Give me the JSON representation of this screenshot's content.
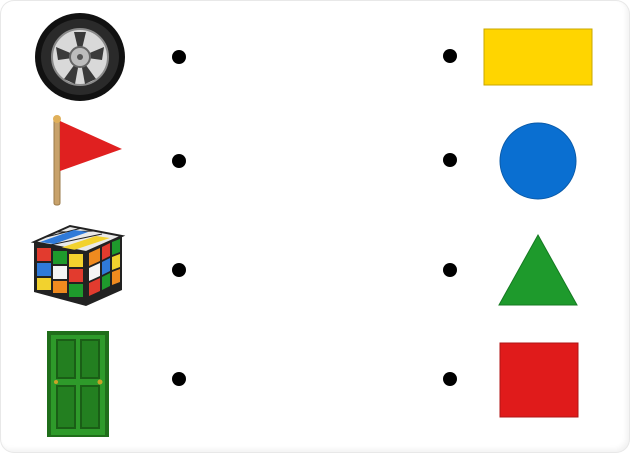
{
  "worksheet": {
    "left_pictures": [
      {
        "icon": "tire-icon"
      },
      {
        "icon": "flag-icon"
      },
      {
        "icon": "rubiks-cube-icon"
      },
      {
        "icon": "door-icon"
      }
    ],
    "right_shapes": [
      {
        "icon": "rectangle-shape",
        "color": "#ffd500"
      },
      {
        "icon": "circle-shape",
        "color": "#0a6fd1"
      },
      {
        "icon": "triangle-shape",
        "color": "#1e9a2c"
      },
      {
        "icon": "square-shape",
        "color": "#e01b1b"
      }
    ],
    "dot_color": "#000000",
    "colors": {
      "flag_red": "#e02020",
      "door_green": "#2e9a2a",
      "tire_black": "#111111"
    }
  }
}
